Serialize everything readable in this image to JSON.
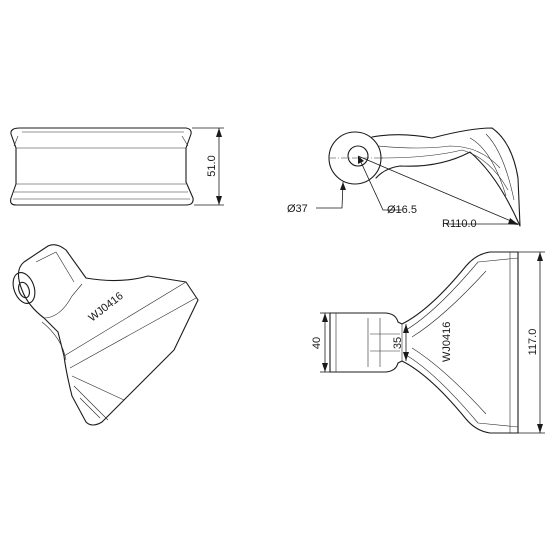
{
  "dimensions": {
    "side_height": "51.0",
    "outer_diameter": "Ø37",
    "bore_diameter": "Ø16.5",
    "radius": "R110.0",
    "hub_width": "40",
    "neck_width": "35",
    "blade_width": "117.0"
  },
  "engraving": {
    "part_number": "WJ0416",
    "iso_marking": "WJ0416"
  }
}
